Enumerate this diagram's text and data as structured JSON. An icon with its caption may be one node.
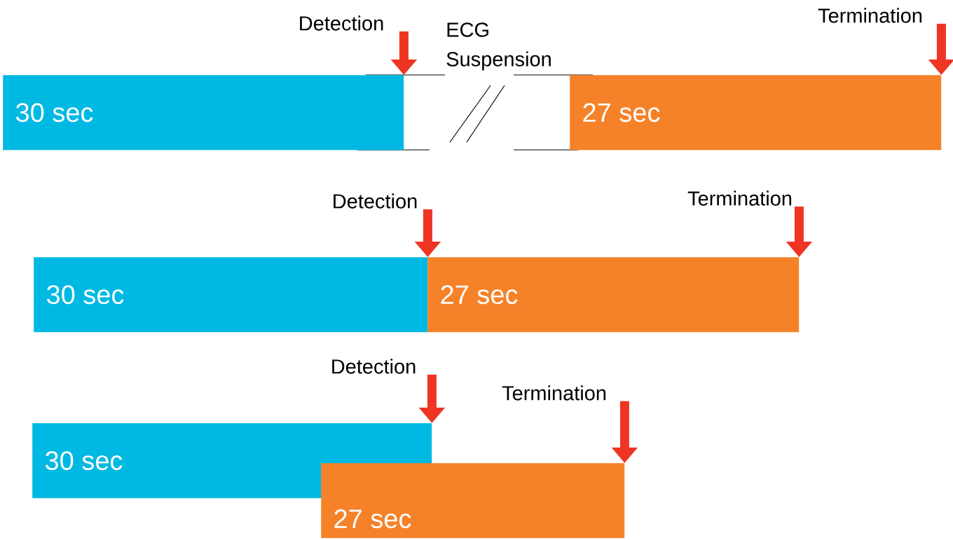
{
  "diagram": {
    "nodes": [
      {
        "text": [
          "30 sec"
        ]
      },
      {
        "text": [
          "Detection"
        ]
      },
      {
        "text": [
          "27 sec"
        ]
      },
      {
        "text": [
          "Termination"
        ]
      },
      {
        "text": [
          "30 sec"
        ]
      },
      {
        "text": [
          "Detection"
        ]
      },
      {
        "text": [
          "27 sec"
        ]
      },
      {
        "text": [
          "Termination"
        ]
      },
      {
        "text": [
          "30 sec"
        ]
      },
      {
        "text": [
          "Detection"
        ]
      },
      {
        "text": [
          "27 sec"
        ]
      },
      {
        "text": [
          "Termination"
        ]
      }
    ],
    "edges": [
      {
        "from": 1,
        "to": 0,
        "arrow": "to",
        "color": "#ee3524"
      },
      {
        "from": 3,
        "to": 2,
        "arrow": "to",
        "color": "#ee3524"
      },
      {
        "from": 5,
        "to": 4,
        "arrow": "to",
        "color": "#ee3524"
      },
      {
        "from": 7,
        "to": 6,
        "arrow": "to",
        "color": "#ee3524"
      },
      {
        "from": 9,
        "to": 8,
        "arrow": "to",
        "color": "#ee3524"
      },
      {
        "from": 11,
        "to": 10,
        "arrow": "to",
        "color": "#ee3524"
      }
    ],
    "labels": [
      "ECG Suspension"
    ]
  }
}
